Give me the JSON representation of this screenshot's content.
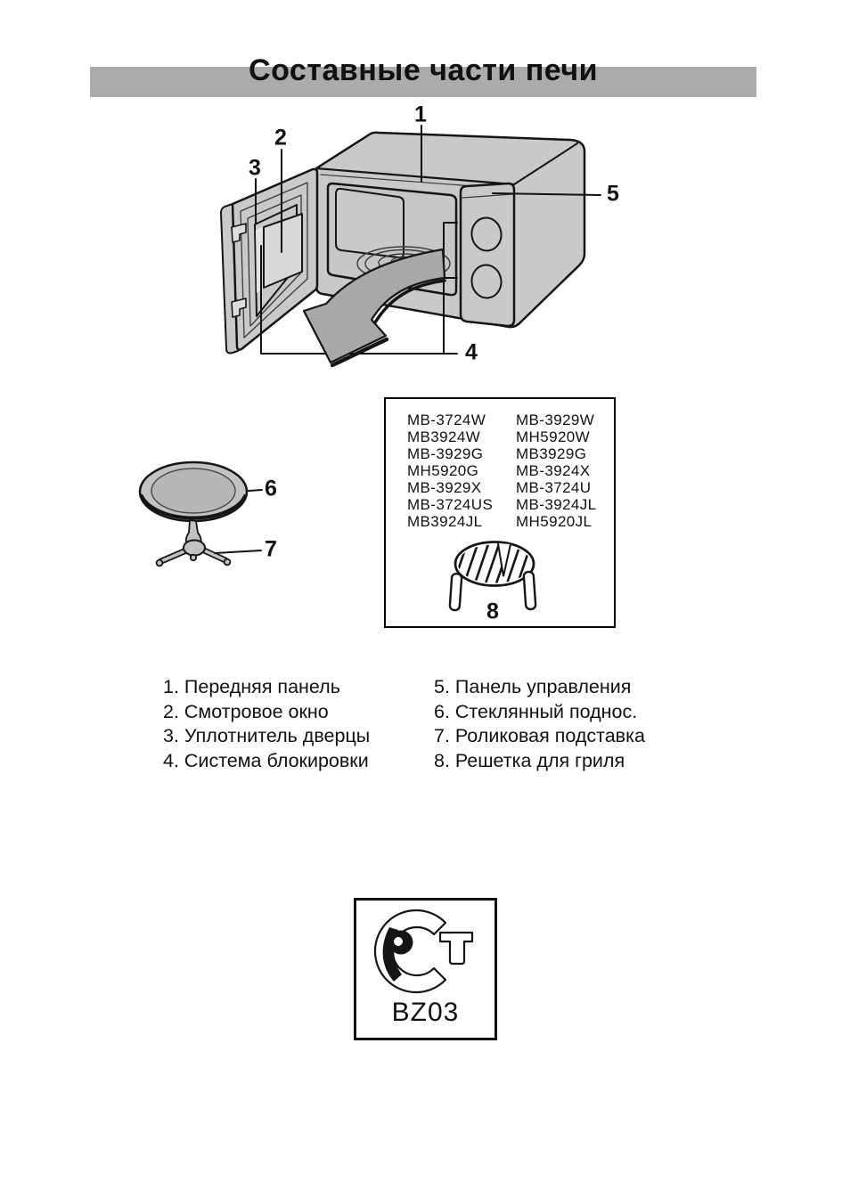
{
  "page_title": "Составные части печи",
  "callouts": {
    "c1": "1",
    "c2": "2",
    "c3": "3",
    "c4": "4",
    "c5": "5",
    "c6": "6",
    "c7": "7",
    "c8": "8"
  },
  "model_box": {
    "col1": [
      "MB-3724W",
      "MB3924W",
      "MB-3929G",
      "MH5920G",
      "MB-3929X",
      "MB-3724US",
      "MB3924JL"
    ],
    "col2": [
      "MB-3929W",
      "MH5920W",
      "MB3929G",
      "MB-3924X",
      "MB-3724U",
      "MB-3924JL",
      "MH5920JL"
    ]
  },
  "parts_list": {
    "left": [
      "1. Передняя панель",
      "2. Смотровое окно",
      "3. Уплотнитель дверцы",
      "4. Система блокировки"
    ],
    "right": [
      "5. Панель управления",
      "6. Стеклянный поднос.",
      "7. Роликовая подставка",
      "8. Решетка для гриля"
    ]
  },
  "certification": {
    "code": "BZ03",
    "mark_name": "rostest-conformity-mark"
  },
  "colors": {
    "title_bar": "#ababab",
    "oven_body": "#c9c9c9",
    "arrow": "#a8a8a8",
    "tray": "#c2c2c2",
    "line": "#151515"
  }
}
